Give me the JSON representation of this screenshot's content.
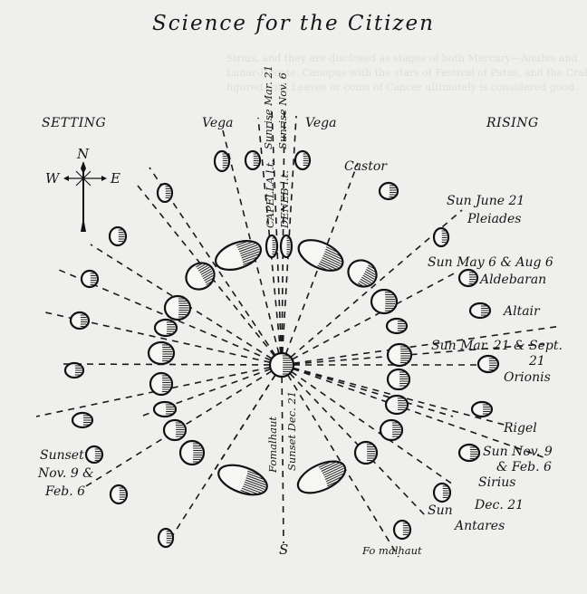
{
  "page_title": "Science for the Citizen",
  "headers": {
    "setting": "SETTING",
    "rising": "RISING"
  },
  "compass": {
    "north": "N",
    "west": "W",
    "east": "E",
    "south": "S"
  },
  "labels": {
    "vega_left": "Vega",
    "vega_right": "Vega",
    "sunrise_mar": "Sunrise Mar. 21",
    "sunrise_nov": "Sunrise Nov. 6",
    "capella": "CAPELLA l.t.",
    "deneb": "DENEB l.t.",
    "castor": "Castor",
    "sun_june": "Sun June 21",
    "pleiades": "Pleiades",
    "sun_may": "Sun May 6 & Aug 6",
    "aldebaran": "Aldebaran",
    "altair": "Altair",
    "sun_mar_sept": "Sun Mar. 21 & Sept.",
    "sun_mar_sept_day": "21",
    "orionis": "Orionis",
    "rigel": "Rigel",
    "sun_nov": "Sun Nov. 9",
    "sun_nov_feb": "& Feb. 6",
    "sirius": "Sirius",
    "sun_dec_a": "Sun",
    "sun_dec_b": "Dec. 21",
    "antares": "Antares",
    "fomalhaut_bottom": "Fo malhaut",
    "fomalhaut_vertical": "Fomalhaut",
    "sunset_dec": "Sunset Dec. 21",
    "sunset": "Sunset",
    "sunset_nov": "Nov. 9 &",
    "sunset_feb": "Feb. 6"
  },
  "ghost_text": [
    "Sirius, and they are disclosed as stages of both Mercury—Anubis and",
    "Lunar-Hecate. Canopus with the stars of Festival of Patus, and the Crab is",
    "figured with Leaves or coins of Cancer ultimately is considered good."
  ]
}
